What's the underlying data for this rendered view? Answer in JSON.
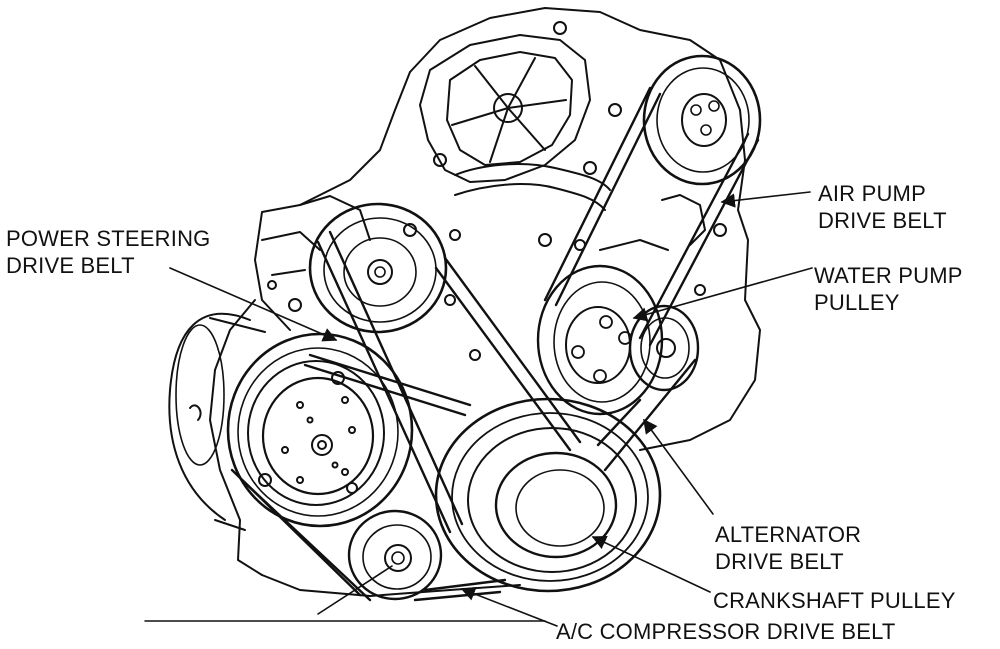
{
  "labels": {
    "air_pump_drive_belt": {
      "line1": "AIR PUMP",
      "line2": "DRIVE BELT"
    },
    "power_steering_drive_belt": {
      "line1": "POWER STEERING",
      "line2": "DRIVE BELT"
    },
    "water_pump_pulley": {
      "line1": "WATER PUMP",
      "line2": "PULLEY"
    },
    "alternator_drive_belt": {
      "line1": "ALTERNATOR",
      "line2": "DRIVE BELT"
    },
    "crankshaft_pulley": {
      "line1": "CRANKSHAFT PULLEY"
    },
    "ac_compressor_drive_belt": {
      "line1": "A/C COMPRESSOR DRIVE BELT"
    }
  },
  "colors": {
    "ink": "#111111",
    "paper": "#ffffff"
  }
}
